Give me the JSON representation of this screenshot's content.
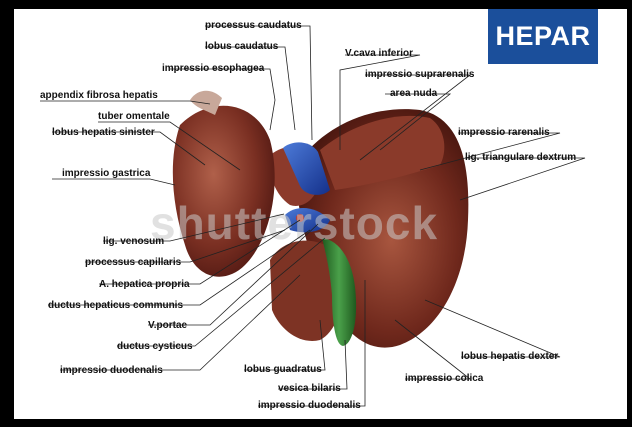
{
  "title": "HEPAR",
  "watermark": "shutterstock",
  "labels": {
    "processus_caudatus": "processus caudatus",
    "lobus_caudatus": "lobus caudatus",
    "impressio_esophagea": "impressio esophagea",
    "appendix_fibrosa_hepatis": "appendix fibrosa hepatis",
    "tuber_omentale": "tuber omentale",
    "lobus_hepatis_sinister": "lobus hepatis sinister",
    "impressio_gastrica": "impressio gastrica",
    "lig_venosum": "lig. venosum",
    "processus_capillaris": "processus capillaris",
    "a_hepatica_propria": "A. hepatica propria",
    "ductus_hepaticus_communis": "ductus hepaticus communis",
    "v_portae": "V.portae",
    "ductus_cysticus": "ductus cysticus",
    "impressio_duodenalis_left": "impressio duodenalis",
    "v_cava_inferior": "V.cava inferior",
    "impressio_suprarenalis": "impressio suprarenalis",
    "area_nuda": "area nuda",
    "impressio_rarenalis": "impressio rarenalis",
    "lig_triangulare_dextrum": "lig. triangulare dextrum",
    "lobus_guadratus": "lobus guadratus",
    "vesica_bilaris": "vesica bilaris",
    "impressio_duodenalis_bottom": "impressio duodenalis",
    "impressio_colica": "impressio colica",
    "lobus_hepatis_dexter": "lobus hepatis dexter"
  },
  "colors": {
    "liver": "#6e2a1f",
    "liver_light": "#a4533f",
    "vein_blue": "#1f4fb5",
    "gallbladder": "#2e7d2e",
    "title_bg": "#1b4f9b"
  }
}
